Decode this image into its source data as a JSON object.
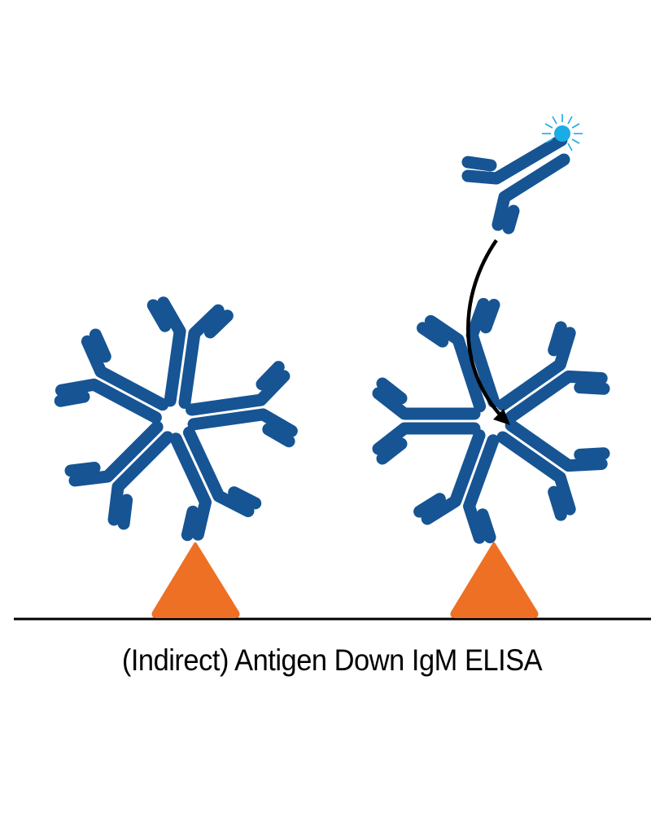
{
  "caption": "(Indirect) Antigen Down IgM ELISA",
  "colors": {
    "antibody": "#165494",
    "antigen": "#ee7024",
    "label_glow": "#1aace4",
    "surface_line": "#000000",
    "arrow": "#000000"
  },
  "elements": {
    "left_complex": {
      "antigen": "triangle",
      "antibody": "IgM pentamer"
    },
    "right_complex": {
      "antigen": "triangle",
      "antibody": "IgM pentamer",
      "secondary_antibody": "labeled anti-IgM antibody",
      "arrow": "binding arrow"
    }
  }
}
